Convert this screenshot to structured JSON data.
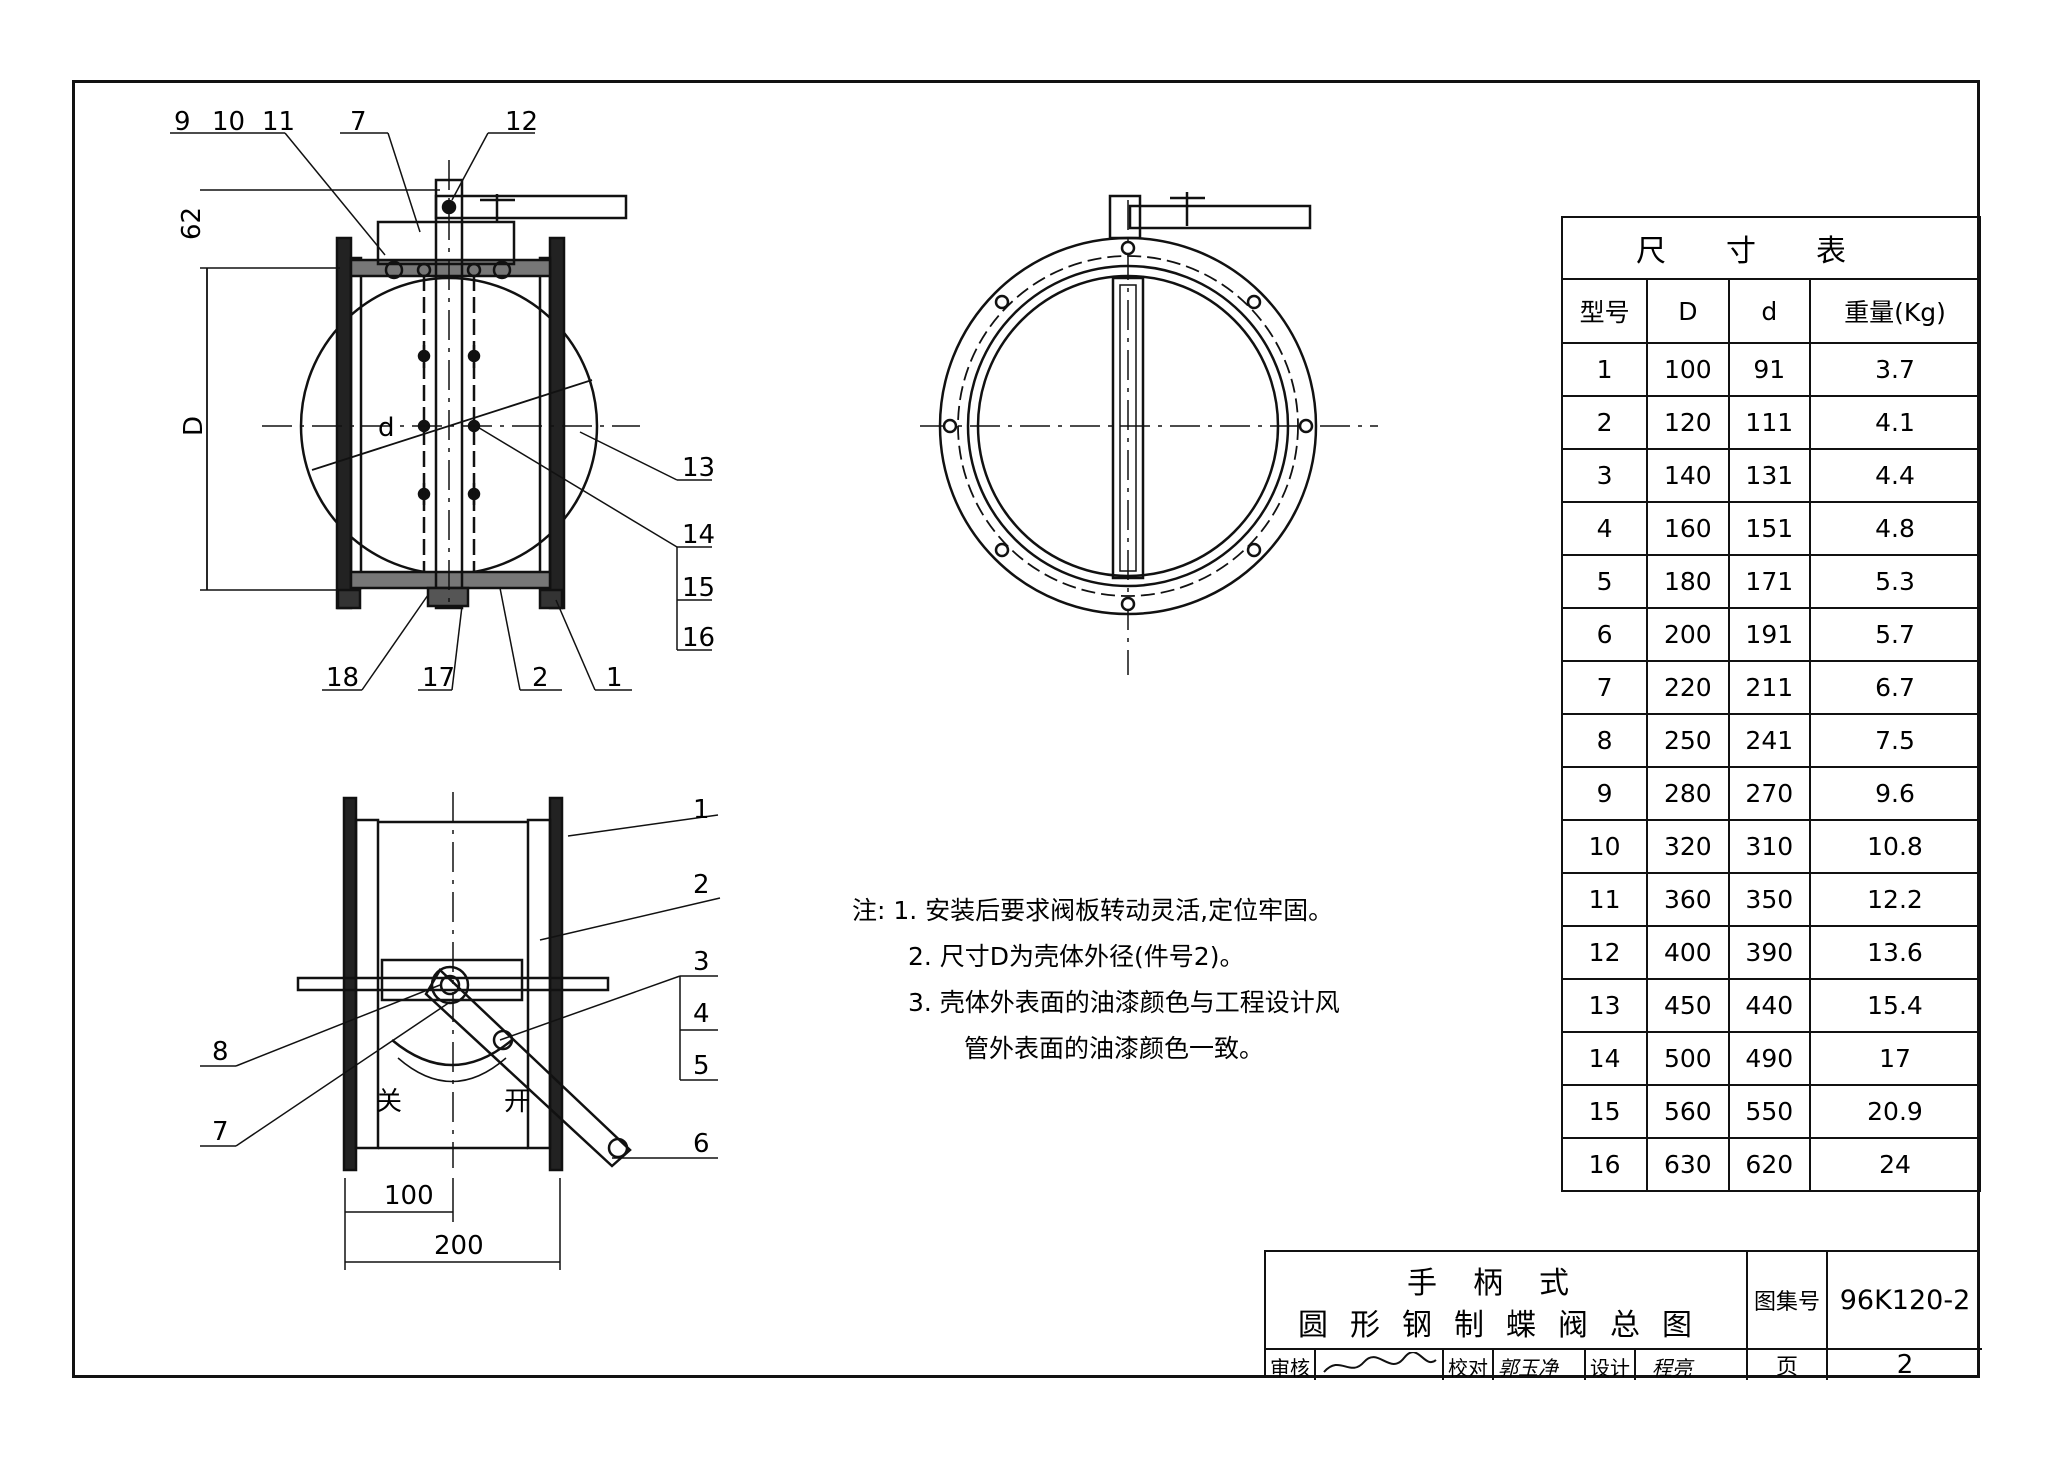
{
  "callouts": {
    "n9": "9",
    "n10": "10",
    "n11": "11",
    "n7": "7",
    "n12": "12",
    "n13": "13",
    "n14": "14",
    "n15": "15",
    "n16": "16",
    "n18": "18",
    "n17": "17",
    "n2": "2",
    "n1": "1",
    "b1": "1",
    "b2": "2",
    "b3": "3",
    "b4": "4",
    "b5": "5",
    "b8": "8",
    "b7": "7",
    "b6": "6"
  },
  "dims": {
    "d62": "62",
    "D": "D",
    "d": "d",
    "d100": "100",
    "d200": "200",
    "close": "关",
    "open": "开"
  },
  "notes": {
    "line1": "注: 1. 安装后要求阀板转动灵活,定位牢固。",
    "line2": "2. 尺寸D为壳体外径(件号2)。",
    "line3": "3. 壳体外表面的油漆颜色与工程设计风",
    "line4": "管外表面的油漆颜色一致。"
  },
  "size_table": {
    "caption": "尺寸表",
    "headers": [
      "型号",
      "D",
      "d",
      "重量(Kg)"
    ],
    "rows": [
      [
        "1",
        "100",
        "91",
        "3.7"
      ],
      [
        "2",
        "120",
        "111",
        "4.1"
      ],
      [
        "3",
        "140",
        "131",
        "4.4"
      ],
      [
        "4",
        "160",
        "151",
        "4.8"
      ],
      [
        "5",
        "180",
        "171",
        "5.3"
      ],
      [
        "6",
        "200",
        "191",
        "5.7"
      ],
      [
        "7",
        "220",
        "211",
        "6.7"
      ],
      [
        "8",
        "250",
        "241",
        "7.5"
      ],
      [
        "9",
        "280",
        "270",
        "9.6"
      ],
      [
        "10",
        "320",
        "310",
        "10.8"
      ],
      [
        "11",
        "360",
        "350",
        "12.2"
      ],
      [
        "12",
        "400",
        "390",
        "13.6"
      ],
      [
        "13",
        "450",
        "440",
        "15.4"
      ],
      [
        "14",
        "500",
        "490",
        "17"
      ],
      [
        "15",
        "560",
        "550",
        "20.9"
      ],
      [
        "16",
        "630",
        "620",
        "24"
      ]
    ]
  },
  "title_block": {
    "title_line1": "手柄式",
    "title_line2": "圆形钢制蝶阀总图",
    "atlas_label": "图集号",
    "atlas_value": "96K120-2",
    "review_label": "审核",
    "check_label": "校对",
    "check_name": "郭玉净",
    "design_label": "设计",
    "design_name": "程亮",
    "page_label": "页",
    "page_value": "2"
  }
}
